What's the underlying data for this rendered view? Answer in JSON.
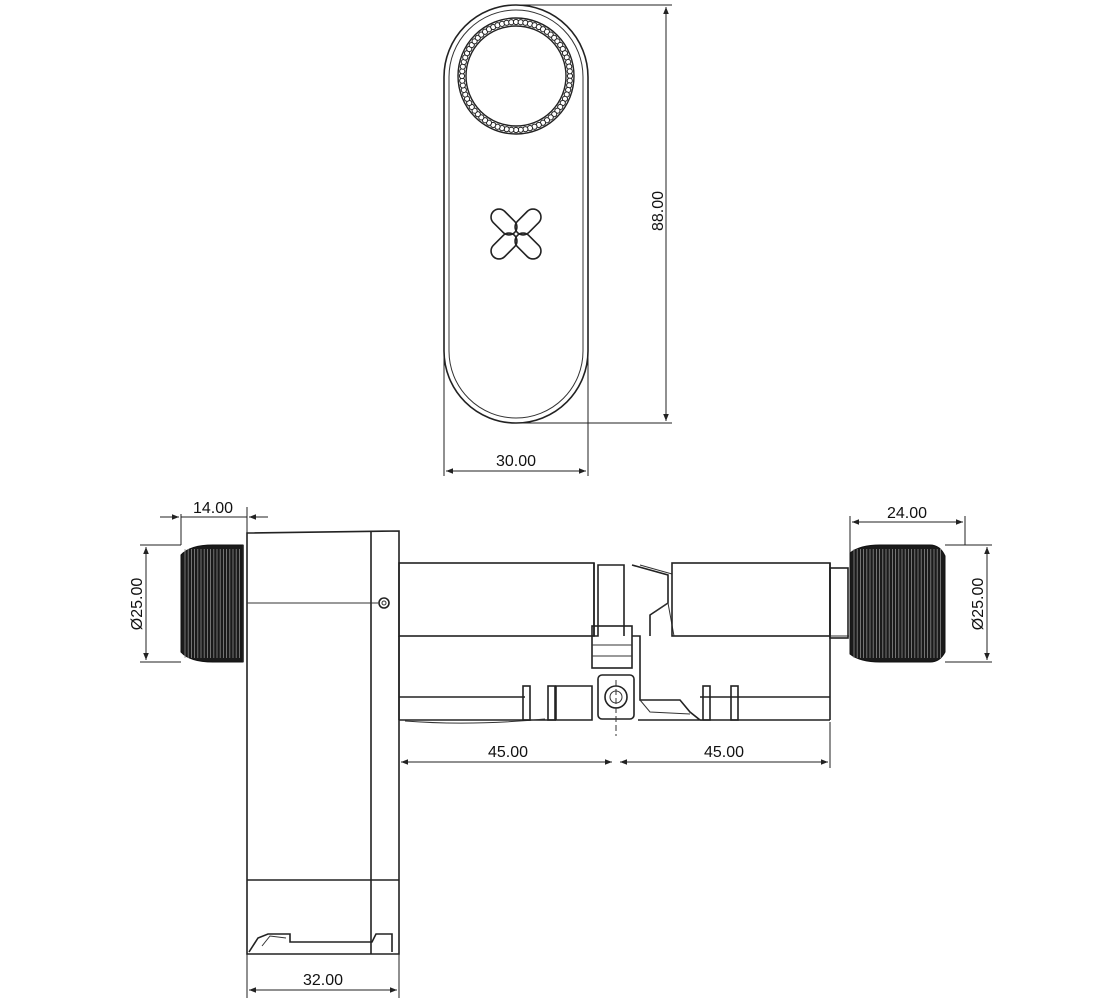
{
  "dimensions": {
    "height_top": "88.00",
    "width_top": "30.00",
    "knob_left_width": "14.00",
    "knob_right_width": "24.00",
    "knob_left_dia": "Ø25.00",
    "knob_right_dia": "Ø25.00",
    "cylinder_left": "45.00",
    "cylinder_right": "45.00",
    "housing_width": "32.00"
  },
  "colors": {
    "line": "#222222",
    "knurl": "#1a1a1a",
    "background": "#ffffff"
  },
  "icons": {
    "top_knob": "knurled-ring-icon",
    "center_mark": "four-lobe-x-icon",
    "side_knob": "knurled-knob-icon",
    "screw": "screw-icon"
  }
}
